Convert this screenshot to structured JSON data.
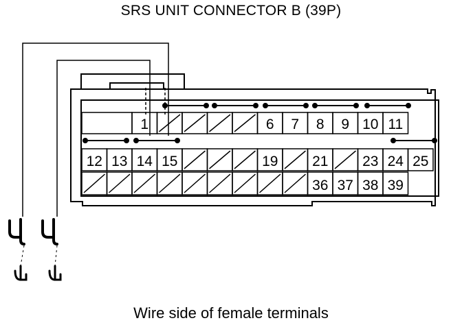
{
  "title": "SRS UNIT CONNECTOR B (39P)",
  "caption": "Wire side of female terminals",
  "rows": [
    [
      {
        "col": 0,
        "w": 2,
        "t": "blank"
      },
      {
        "col": 2,
        "w": 1,
        "t": "num",
        "n": "1"
      },
      {
        "col": 3,
        "w": 1,
        "t": "x"
      },
      {
        "col": 4,
        "w": 1,
        "t": "x"
      },
      {
        "col": 5,
        "w": 1,
        "t": "x"
      },
      {
        "col": 6,
        "w": 1,
        "t": "x"
      },
      {
        "col": 7,
        "w": 1,
        "t": "num",
        "n": "6"
      },
      {
        "col": 8,
        "w": 1,
        "t": "num",
        "n": "7"
      },
      {
        "col": 9,
        "w": 1,
        "t": "num",
        "n": "8"
      },
      {
        "col": 10,
        "w": 1,
        "t": "num",
        "n": "9"
      },
      {
        "col": 11,
        "w": 1,
        "t": "num",
        "n": "10"
      },
      {
        "col": 12,
        "w": 1,
        "t": "num",
        "n": "11"
      }
    ],
    [
      {
        "col": 0,
        "w": 1,
        "t": "num",
        "n": "12"
      },
      {
        "col": 1,
        "w": 1,
        "t": "num",
        "n": "13"
      },
      {
        "col": 2,
        "w": 1,
        "t": "num",
        "n": "14"
      },
      {
        "col": 3,
        "w": 1,
        "t": "num",
        "n": "15"
      },
      {
        "col": 4,
        "w": 1,
        "t": "x"
      },
      {
        "col": 5,
        "w": 1,
        "t": "x"
      },
      {
        "col": 6,
        "w": 1,
        "t": "x"
      },
      {
        "col": 7,
        "w": 1,
        "t": "num",
        "n": "19"
      },
      {
        "col": 8,
        "w": 1,
        "t": "x"
      },
      {
        "col": 9,
        "w": 1,
        "t": "num",
        "n": "21"
      },
      {
        "col": 10,
        "w": 1,
        "t": "x"
      },
      {
        "col": 11,
        "w": 1,
        "t": "num",
        "n": "23"
      },
      {
        "col": 12,
        "w": 1,
        "t": "num",
        "n": "24"
      },
      {
        "col": 13,
        "w": 1,
        "t": "num",
        "n": "25"
      }
    ],
    [
      {
        "col": 0,
        "w": 1,
        "t": "x"
      },
      {
        "col": 1,
        "w": 1,
        "t": "x"
      },
      {
        "col": 2,
        "w": 1,
        "t": "x"
      },
      {
        "col": 3,
        "w": 1,
        "t": "x"
      },
      {
        "col": 4,
        "w": 1,
        "t": "x"
      },
      {
        "col": 5,
        "w": 1,
        "t": "x"
      },
      {
        "col": 6,
        "w": 1,
        "t": "x"
      },
      {
        "col": 7,
        "w": 1,
        "t": "x"
      },
      {
        "col": 8,
        "w": 1,
        "t": "x"
      },
      {
        "col": 9,
        "w": 1,
        "t": "num",
        "n": "36"
      },
      {
        "col": 10,
        "w": 1,
        "t": "num",
        "n": "37"
      },
      {
        "col": 11,
        "w": 1,
        "t": "num",
        "n": "38"
      },
      {
        "col": 12,
        "w": 1,
        "t": "num",
        "n": "39"
      }
    ]
  ],
  "colors": {
    "line": "#000000",
    "background": "#ffffff"
  }
}
